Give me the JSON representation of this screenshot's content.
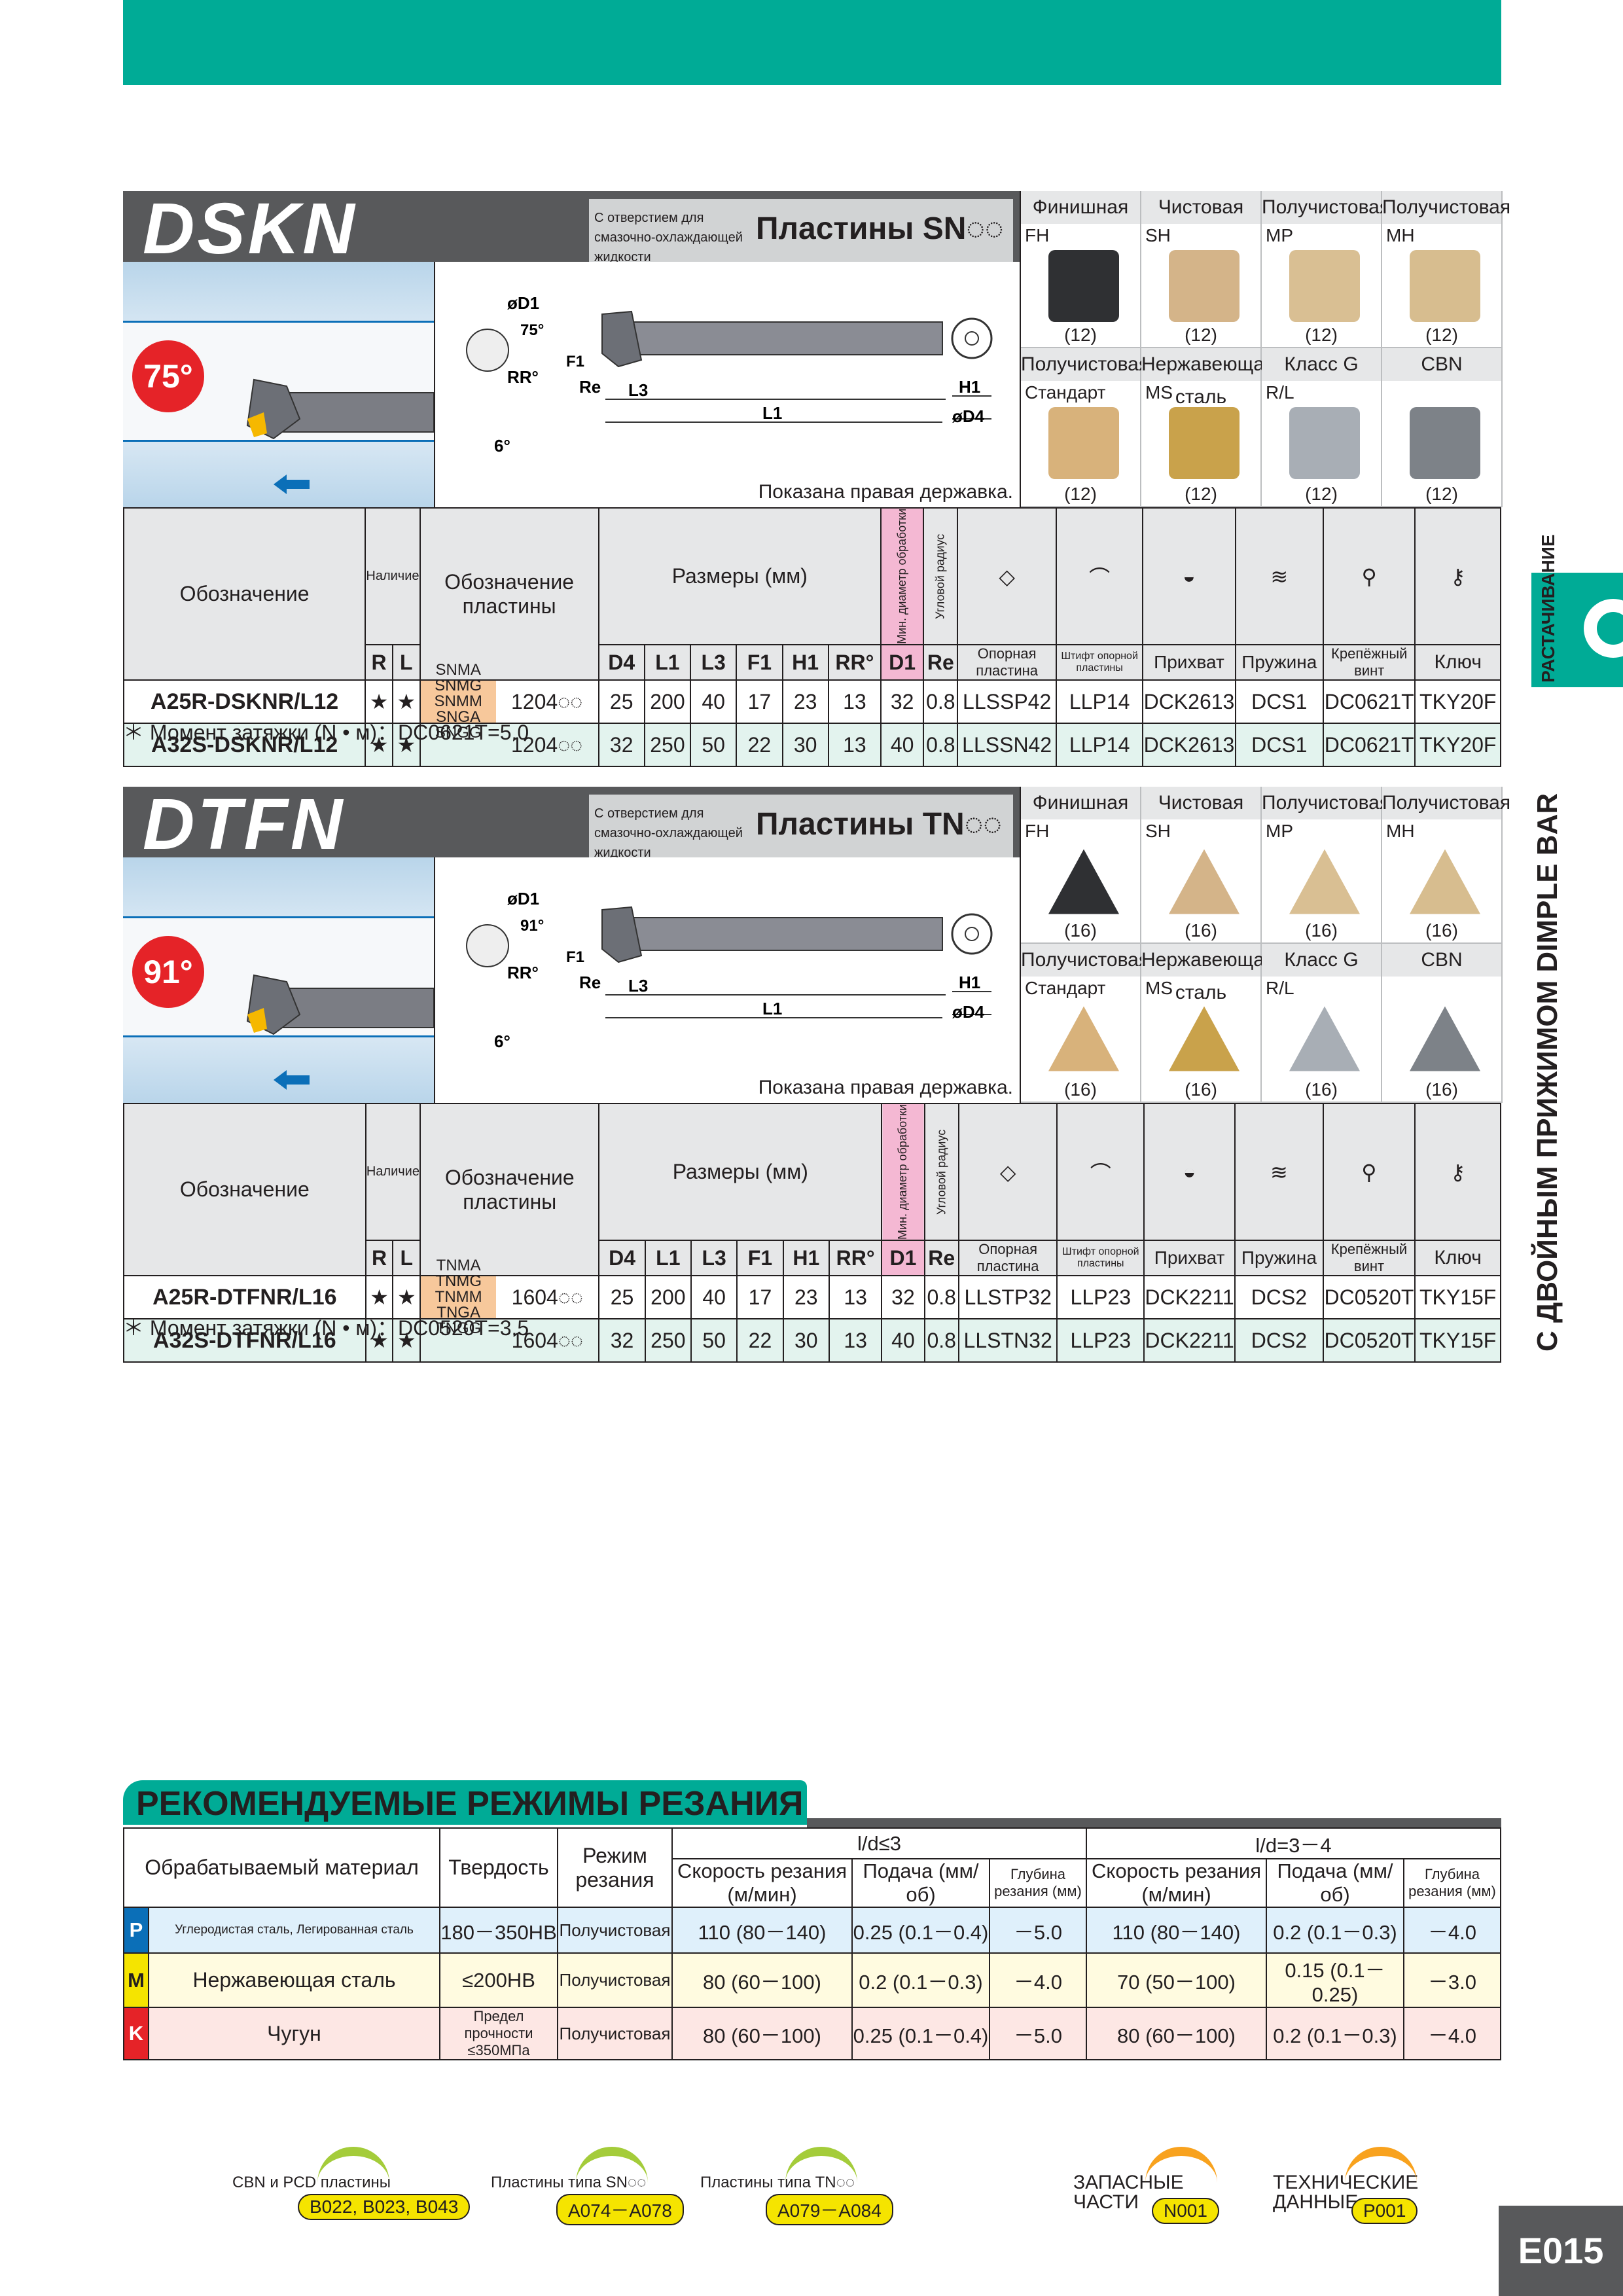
{
  "side_label": "С ДВОЙНЫМ ПРИЖИМОМ DIMPLE BAR",
  "side_tab": "РАСТАЧИВАНИЕ",
  "page": "E015",
  "sections": [
    {
      "name": "DSKN",
      "angle": "75°",
      "coolant": "С отверстием для смазочно-охлаждающей жидкости",
      "inserts_title": "Пластины SN◌◌",
      "diagram_labels": {
        "d1": "øD1",
        "ang": "75°",
        "f1": "F1",
        "rr": "RR°",
        "re": "Re",
        "l3": "L3",
        "l1": "L1",
        "h1": "H1",
        "d4": "øD4",
        "six": "6°"
      },
      "note": "Показана правая державка.",
      "inserts": [
        {
          "type": "Финишная",
          "code": "FH",
          "count": "(12)",
          "color": "#2f3033"
        },
        {
          "type": "Чистовая",
          "code": "SH",
          "count": "(12)",
          "color": "#d4b489"
        },
        {
          "type": "Получистовая",
          "code": "MP",
          "count": "(12)",
          "color": "#d9bf93"
        },
        {
          "type": "Получистовая",
          "code": "MH",
          "count": "(12)",
          "color": "#d7bd8f"
        },
        {
          "type": "Получистовая",
          "code": "Стандарт",
          "count": "(12)",
          "color": "#d8b27b"
        },
        {
          "type": "Нержавеющая сталь",
          "code": "MS",
          "count": "(12)",
          "color": "#c9a24b"
        },
        {
          "type": "Класс G",
          "code": "R/L",
          "count": "(12)",
          "color": "#a8aeb5"
        },
        {
          "type": "CBN",
          "code": "",
          "count": "(12)",
          "color": "#7d8288"
        }
      ],
      "rows": [
        {
          "designation": "A25R-DSKNR/L12",
          "r": "★",
          "l": "★",
          "ins_code": "1204◌◌",
          "d4": "25",
          "l1": "200",
          "l3": "40",
          "f1": "17",
          "h1": "23",
          "rr": "13",
          "d1": "32",
          "re": "0.8",
          "seat": "LLSSP42",
          "pin": "LLP14",
          "clamp": "DCK2613",
          "spring": "DCS1",
          "screw": "DC0621T",
          "key": "TKY20F"
        },
        {
          "designation": "A32S-DSKNR/L12",
          "r": "★",
          "l": "★",
          "ins_code": "1204◌◌",
          "d4": "32",
          "l1": "250",
          "l3": "50",
          "f1": "22",
          "h1": "30",
          "rr": "13",
          "d1": "40",
          "re": "0.8",
          "seat": "LLSSN42",
          "pin": "LLP14",
          "clamp": "DCK2613",
          "spring": "DCS1",
          "screw": "DC0621T",
          "key": "TKY20F"
        }
      ],
      "ins_types": [
        "SNMA",
        "SNMG",
        "SNMM",
        "SNGA",
        "SNGG"
      ],
      "torque": "＊ Момент затяжки (N • м)：DC0621T=5.0"
    },
    {
      "name": "DTFN",
      "angle": "91°",
      "coolant": "С отверстием для смазочно-охлаждающей жидкости",
      "inserts_title": "Пластины TN◌◌",
      "diagram_labels": {
        "d1": "øD1",
        "ang": "91°",
        "f1": "F1",
        "rr": "RR°",
        "re": "Re",
        "l3": "L3",
        "l1": "L1",
        "h1": "H1",
        "d4": "øD4",
        "six": "6°"
      },
      "note": "Показана правая державка.",
      "inserts": [
        {
          "type": "Финишная",
          "code": "FH",
          "count": "(16)",
          "color": "#2f3033"
        },
        {
          "type": "Чистовая",
          "code": "SH",
          "count": "(16)",
          "color": "#d4b489"
        },
        {
          "type": "Получистовая",
          "code": "MP",
          "count": "(16)",
          "color": "#d9bf93"
        },
        {
          "type": "Получистовая",
          "code": "MH",
          "count": "(16)",
          "color": "#d7bd8f"
        },
        {
          "type": "Получистовая",
          "code": "Стандарт",
          "count": "(16)",
          "color": "#d8b27b"
        },
        {
          "type": "Нержавеющая сталь",
          "code": "MS",
          "count": "(16)",
          "color": "#c9a24b"
        },
        {
          "type": "Класс G",
          "code": "R/L",
          "count": "(16)",
          "color": "#a8aeb5"
        },
        {
          "type": "CBN",
          "code": "",
          "count": "(16)",
          "color": "#7d8288"
        }
      ],
      "rows": [
        {
          "designation": "A25R-DTFNR/L16",
          "r": "★",
          "l": "★",
          "ins_code": "1604◌◌",
          "d4": "25",
          "l1": "200",
          "l3": "40",
          "f1": "17",
          "h1": "23",
          "rr": "13",
          "d1": "32",
          "re": "0.8",
          "seat": "LLSTP32",
          "pin": "LLP23",
          "clamp": "DCK2211",
          "spring": "DCS2",
          "screw": "DC0520T",
          "key": "TKY15F"
        },
        {
          "designation": "A32S-DTFNR/L16",
          "r": "★",
          "l": "★",
          "ins_code": "1604◌◌",
          "d4": "32",
          "l1": "250",
          "l3": "50",
          "f1": "22",
          "h1": "30",
          "rr": "13",
          "d1": "40",
          "re": "0.8",
          "seat": "LLSTN32",
          "pin": "LLP23",
          "clamp": "DCK2211",
          "spring": "DCS2",
          "screw": "DC0520T",
          "key": "TKY15F"
        }
      ],
      "ins_types": [
        "TNMA",
        "TNMG",
        "TNMM",
        "TNGA",
        "TNGG"
      ],
      "torque": "＊ Момент затяжки (N • м)：DC0520T=3.5"
    }
  ],
  "table_head": {
    "designation": "Обозначение",
    "avail": "Наличие",
    "r": "R",
    "l": "L",
    "insert": "Обозначение пластины",
    "dims": "Размеры (мм)",
    "mind": "Мин. диаметр обработки",
    "d1": "D1",
    "corner": "Угловой радиус",
    "re": "Re",
    "d4": "D4",
    "l1": "L1",
    "l3": "L3",
    "f1": "F1",
    "h1": "H1",
    "rr": "RR°",
    "seat": "Опорная пластина",
    "pin": "Штифт опорной пластины",
    "clamp": "Прихват",
    "spring": "Пружина",
    "screw": "Крепёжный винт",
    "key": "Ключ"
  },
  "cutting": {
    "title": "РЕКОМЕНДУЕМЫЕ РЕЖИМЫ РЕЗАНИЯ",
    "h_material": "Обрабатываемый материал",
    "h_hardness": "Твердость",
    "h_mode": "Режим резания",
    "g1": "l/d≤3",
    "g2": "l/d=3－4",
    "h_speed": "Скорость резания (м/мин)",
    "h_feed": "Подача (мм/об)",
    "h_depth": "Глубина резания (мм)",
    "rows": [
      {
        "cls": "P",
        "cls_color": "#0b6fb8",
        "bg": "#dff0fb",
        "material": "Углеродистая сталь, Легированная сталь",
        "hardness": "180－350HB",
        "mode": "Получистовая",
        "s1": "110 (80－140)",
        "f1": "0.25 (0.1－0.4)",
        "d1": "－5.0",
        "s2": "110 (80－140)",
        "f2": "0.2 (0.1－0.3)",
        "d2": "－4.0"
      },
      {
        "cls": "M",
        "cls_color": "#f5e400",
        "bg": "#fffbe0",
        "material": "Нержавеющая сталь",
        "hardness": "≤200HB",
        "mode": "Получистовая",
        "s1": "80 (60－100)",
        "f1": "0.2 (0.1－0.3)",
        "d1": "－4.0",
        "s2": "70 (50－100)",
        "f2": "0.15 (0.1－0.25)",
        "d2": "－3.0"
      },
      {
        "cls": "K",
        "cls_color": "#e52328",
        "bg": "#fde7e4",
        "material": "Чугун",
        "hardness": "Предел прочности ≤350МПа",
        "mode": "Получистовая",
        "s1": "80 (60－100)",
        "f1": "0.25 (0.1－0.4)",
        "d1": "－5.0",
        "s2": "80 (60－100)",
        "f2": "0.2 (0.1－0.3)",
        "d2": "－4.0"
      }
    ]
  },
  "footer": [
    {
      "label": "CBN и PCD пластины",
      "ref": "B022, B023, B043"
    },
    {
      "label": "Пластины типа SN◌◌",
      "ref": "A074－A078"
    },
    {
      "label": "Пластины типа TN◌◌",
      "ref": "A079－A084"
    },
    {
      "label": "ЗАПАСНЫЕ ЧАСТИ",
      "ref": "N001"
    },
    {
      "label": "ТЕХНИЧЕСКИЕ ДАННЫЕ",
      "ref": "P001"
    }
  ]
}
